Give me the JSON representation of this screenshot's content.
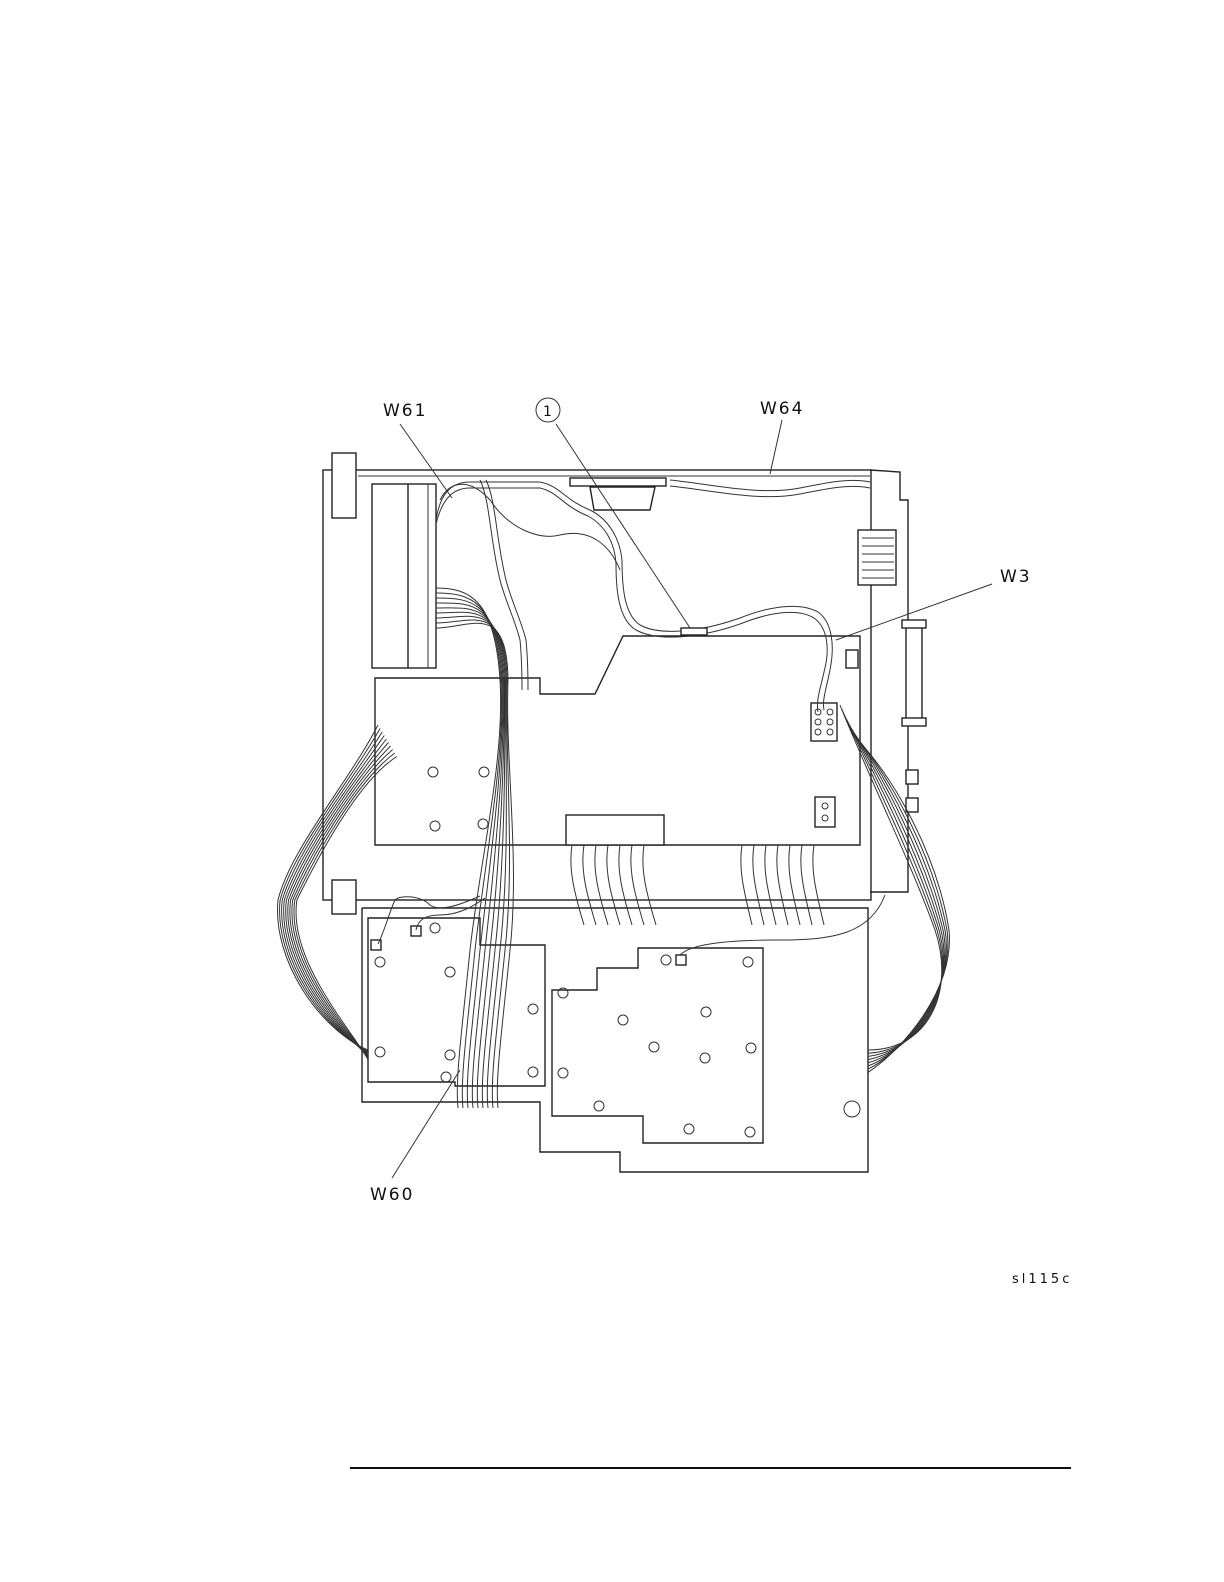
{
  "figure": {
    "callouts": {
      "w61": "W61",
      "item1": "1",
      "w64": "W64",
      "w3": "W3",
      "w60": "W60"
    },
    "figure_id": "sl115c"
  }
}
